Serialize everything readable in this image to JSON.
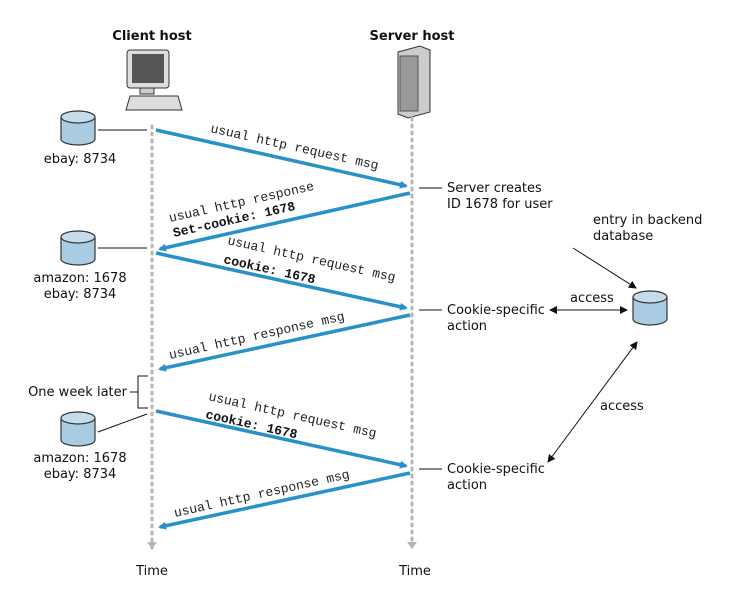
{
  "hosts": {
    "client": "Client host",
    "server": "Server host"
  },
  "time_labels": {
    "client": "Time",
    "server": "Time"
  },
  "messages": [
    {
      "line1": "usual http request msg",
      "line2": ""
    },
    {
      "line1": "usual http response",
      "line2": "Set-cookie: 1678"
    },
    {
      "line1": "usual http request msg",
      "line2": "cookie: 1678"
    },
    {
      "line1": "usual http response msg",
      "line2": ""
    },
    {
      "line1": "usual http request msg",
      "line2": "cookie: 1678"
    },
    {
      "line1": "usual http response msg",
      "line2": ""
    }
  ],
  "client_stores": [
    [
      "ebay: 8734"
    ],
    [
      "amazon: 1678",
      "ebay: 8734"
    ],
    [
      "amazon: 1678",
      "ebay: 8734"
    ]
  ],
  "server_notes": [
    [
      "Server creates",
      "ID 1678 for user"
    ],
    [
      "Cookie-specific",
      "action"
    ],
    [
      "Cookie-specific",
      "action"
    ]
  ],
  "backend": {
    "entry_label": [
      "entry in backend",
      "database"
    ],
    "access1": "access",
    "access2": "access"
  },
  "one_week_later": "One week later",
  "colors": {
    "arrow": "#2a90c8",
    "db_fill": "#a9cce3",
    "timeline": "#b5b5b5"
  }
}
